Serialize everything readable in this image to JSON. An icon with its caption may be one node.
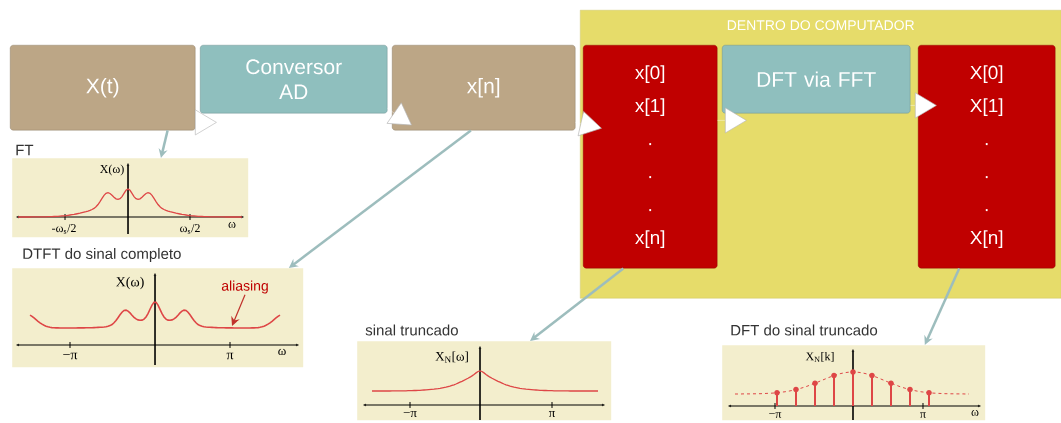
{
  "diagram": {
    "nodes": [
      {
        "text": [
          "X(t)"
        ]
      },
      {
        "text": [
          "Conversor AD"
        ]
      },
      {
        "text": [
          "x[n]"
        ]
      },
      {
        "text": [
          "DENTRO DO COMPUTADOR"
        ]
      },
      {
        "text": [
          "x[0]",
          "x[1]",
          ".",
          ".",
          ".",
          "x[n]"
        ],
        "in": 3
      },
      {
        "text": [
          "DFT via FFT"
        ],
        "in": 3
      },
      {
        "text": [
          "X[0]",
          "X[1]",
          ".",
          ".",
          ".",
          "X[n]"
        ],
        "in": 3
      },
      {
        "text": [
          "FT",
          "X(ω)",
          "-ω$_{s}$/2",
          "ω$_{s}$/2",
          "ω"
        ]
      },
      {
        "text": [
          "DTFT do sinal completo",
          "X(ω)",
          "−π",
          "π",
          "ω"
        ]
      },
      {
        "text": [
          "aliasing"
        ],
        "in": 8
      },
      {
        "text": [
          "sinal truncado",
          "X$_{N}$[ω]",
          "−π",
          "π"
        ]
      },
      {
        "text": [
          "DFT do sinal truncado",
          "X$_{N}$[k]",
          "−π",
          "π",
          "ω"
        ]
      }
    ],
    "edges": [
      {
        "from": 0,
        "to": 1,
        "arrow": "to",
        "color": "#ffffff"
      },
      {
        "from": 1,
        "to": 2,
        "arrow": "to",
        "color": "#ffffff"
      },
      {
        "from": 2,
        "to": 4,
        "arrow": "to",
        "color": "#ffffff"
      },
      {
        "from": 4,
        "to": 5,
        "arrow": "to",
        "color": "#ffffff"
      },
      {
        "from": 5,
        "to": 6,
        "arrow": "to",
        "color": "#ffffff"
      },
      {
        "from": 0,
        "to": 7,
        "arrow": "to",
        "style": "thick",
        "color": "#9dbdbd"
      },
      {
        "from": 2,
        "to": 8,
        "arrow": "to",
        "style": "thick",
        "color": "#9dbdbd"
      },
      {
        "from": 4,
        "to": 10,
        "arrow": "to",
        "style": "thick",
        "color": "#9dbdbd"
      },
      {
        "from": 6,
        "to": 11,
        "arrow": "to",
        "style": "thick",
        "color": "#9dbdbd"
      },
      {
        "from": 9,
        "to": null,
        "arrow": "to",
        "color": "#c0302a"
      }
    ]
  }
}
